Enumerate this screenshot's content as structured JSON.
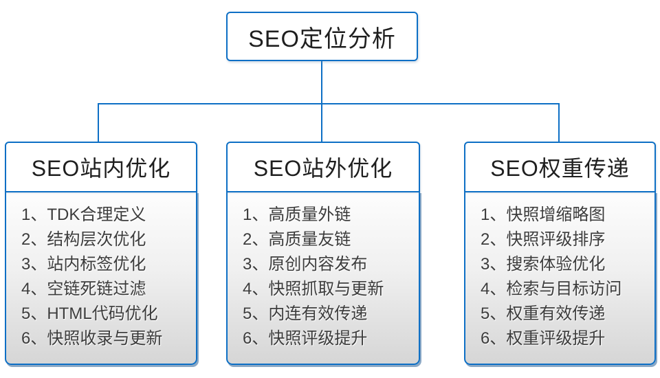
{
  "diagram": {
    "root": {
      "label": "SEO定位分析"
    },
    "branches": [
      {
        "title": "SEO站内优化",
        "items": [
          "1、TDK合理定义",
          "2、结构层次优化",
          "3、站内标签优化",
          "4、空链死链过滤",
          "5、HTML代码优化",
          "6、快照收录与更新"
        ]
      },
      {
        "title": "SEO站外优化",
        "items": [
          "1、高质量外链",
          "2、高质量友链",
          "3、原创内容发布",
          "4、快照抓取与更新",
          "5、内连有效传递",
          "6、快照评级提升"
        ]
      },
      {
        "title": "SEO权重传递",
        "items": [
          "1、快照增缩略图",
          "2、快照评级排序",
          "3、搜索体验优化",
          "4、检索与目标访问",
          "5、权重有效传递",
          "6、权重评级提升"
        ]
      }
    ],
    "colors": {
      "accent": "#0d6fc5",
      "background": "#ffffff",
      "title_text": "#1f1f1f",
      "item_text": "#3c3c3c",
      "list_gradient_top": "#fdfdfd",
      "list_gradient_bottom": "#d6d6d6"
    }
  }
}
